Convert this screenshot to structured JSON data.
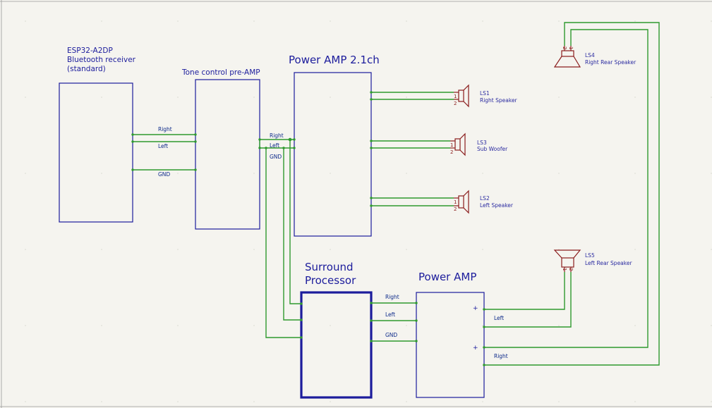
{
  "blocks": {
    "bt": {
      "line1": "ESP32-A2DP",
      "line2": "Bluetooth receiver",
      "line3": "(standard)"
    },
    "preamp": {
      "title": "Tone control pre-AMP"
    },
    "amp21": {
      "title": "Power AMP 2.1ch"
    },
    "surround": {
      "line1": "Surround",
      "line2": "Processor"
    },
    "amp": {
      "title": "Power AMP",
      "plus": "+"
    }
  },
  "nets": {
    "right": "Right",
    "left": "Left",
    "gnd": "GND"
  },
  "speakers": {
    "ls1": {
      "ref": "LS1",
      "value": "Right Speaker",
      "pin1": "1",
      "pin2": "2"
    },
    "ls2": {
      "ref": "LS2",
      "value": "Left Speaker",
      "pin1": "1",
      "pin2": "2"
    },
    "ls3": {
      "ref": "LS3",
      "value": "Sub Woofer",
      "pin1": "1",
      "pin2": "2"
    },
    "ls4": {
      "ref": "LS4",
      "value": "Right Rear Speaker",
      "pin1": "1",
      "pin2": "2"
    },
    "ls5": {
      "ref": "LS5",
      "value": "Left Rear Speaker",
      "pin1": "1",
      "pin2": "2"
    }
  },
  "colors": {
    "background": "#f5f4ef",
    "wire": "#2f9a2f",
    "block_outline": "#1c1c9c",
    "speaker": "#8a1c1c"
  }
}
